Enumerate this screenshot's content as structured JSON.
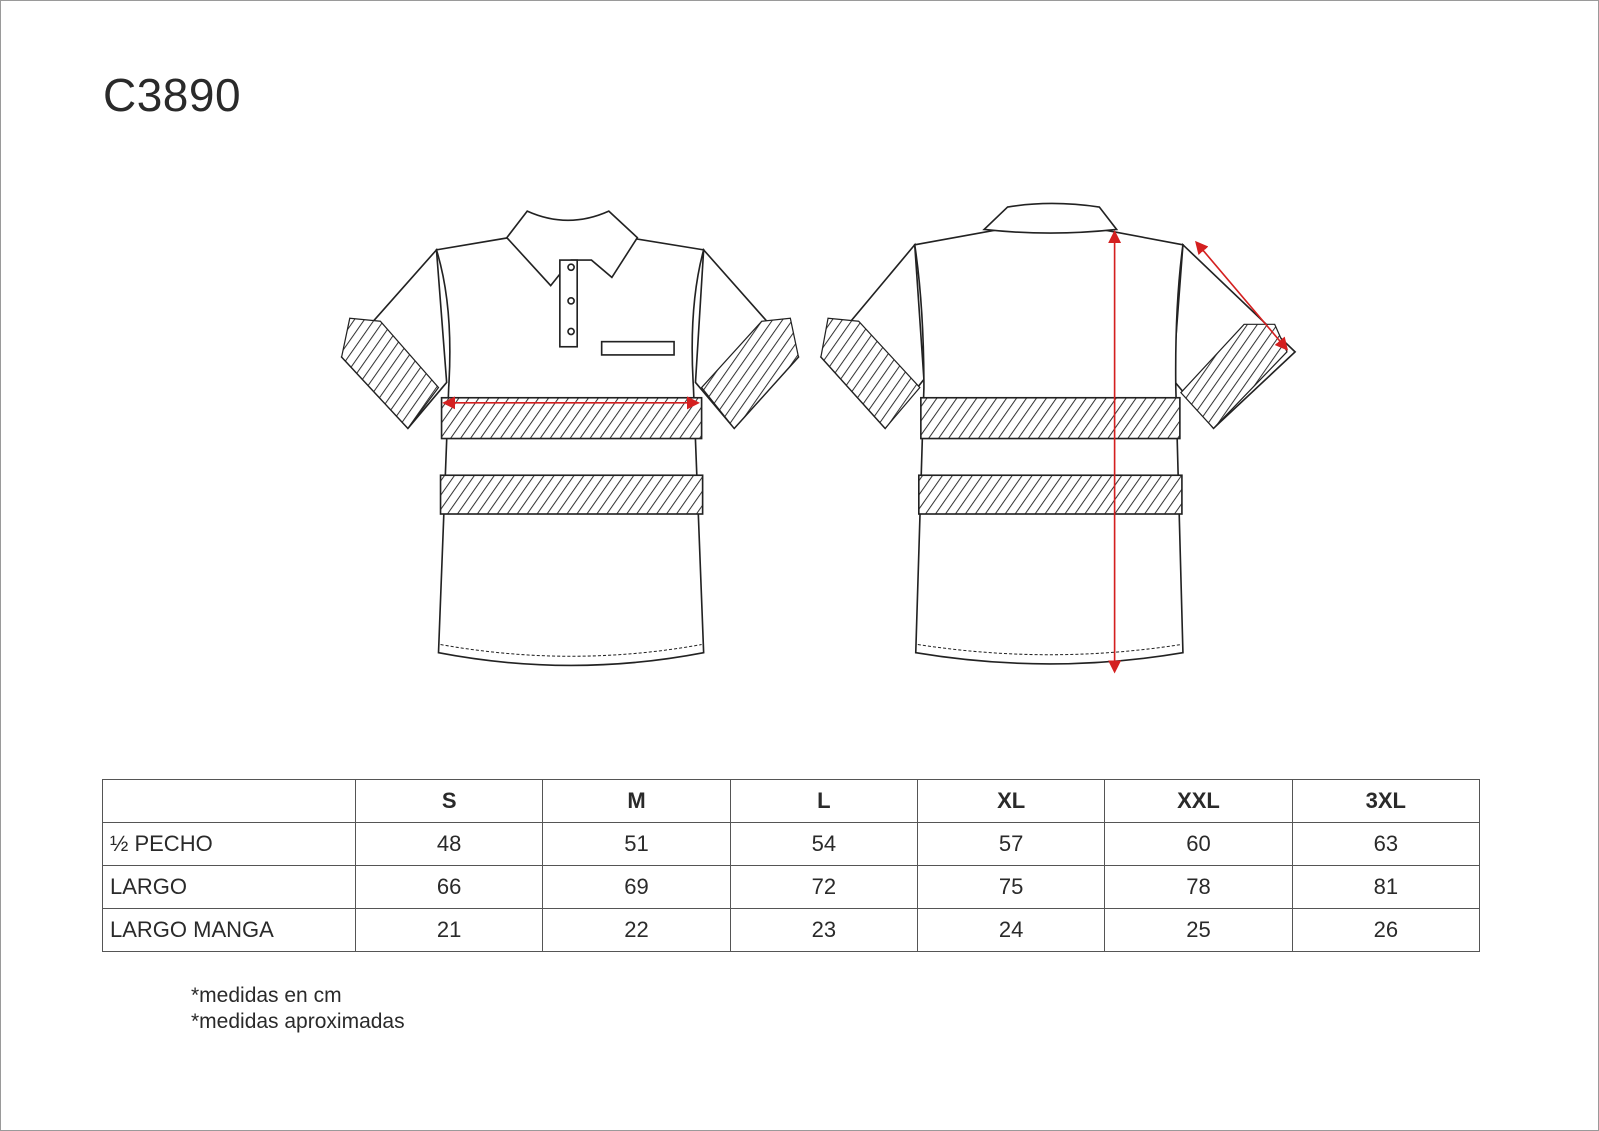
{
  "title": "C3890",
  "size_table": {
    "headers": [
      "",
      "S",
      "M",
      "L",
      "XL",
      "XXL",
      "3XL"
    ],
    "rows": [
      {
        "label": "½  PECHO",
        "values": [
          "48",
          "51",
          "54",
          "57",
          "60",
          "63"
        ]
      },
      {
        "label": "LARGO",
        "values": [
          "66",
          "69",
          "72",
          "75",
          "78",
          "81"
        ]
      },
      {
        "label": "LARGO MANGA",
        "values": [
          "21",
          "22",
          "23",
          "24",
          "25",
          "26"
        ]
      }
    ]
  },
  "notes": [
    "*medidas en cm",
    "*medidas aproximadas"
  ],
  "colors": {
    "measure_arrow": "#d42020",
    "line": "#222222"
  }
}
